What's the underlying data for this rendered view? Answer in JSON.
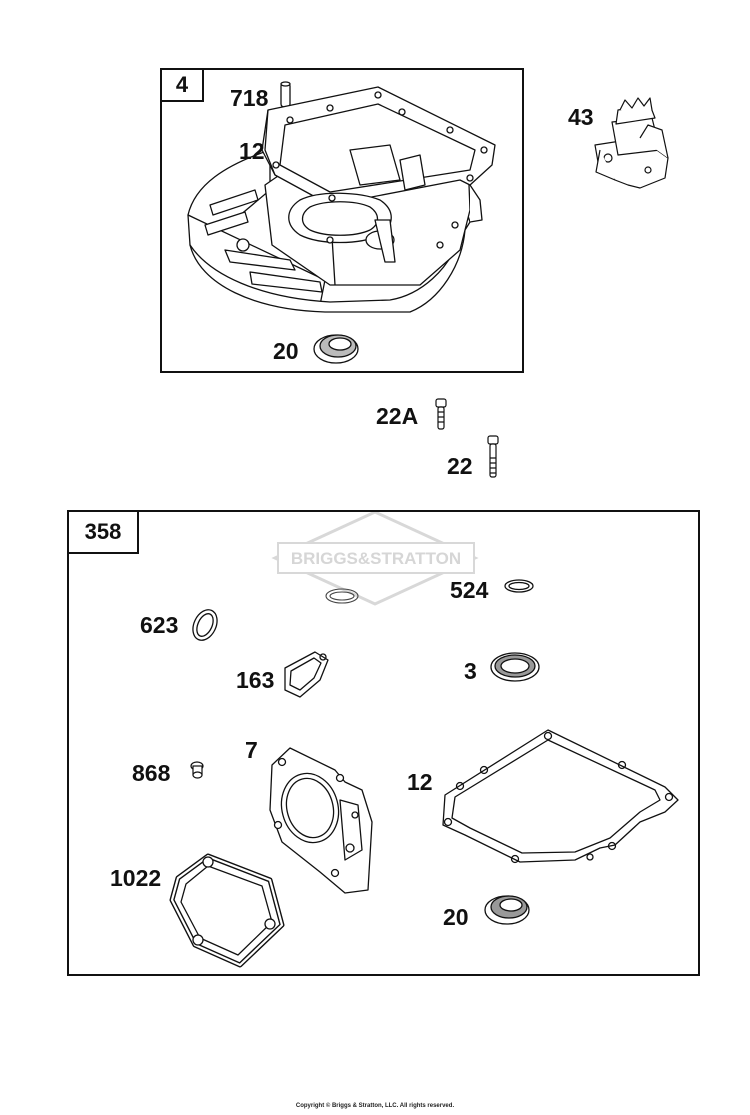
{
  "assemblies": [
    {
      "label": "4"
    },
    {
      "label": "358"
    }
  ],
  "callouts": {
    "p718": "718",
    "p12_top": "12",
    "p43": "43",
    "p20_top": "20",
    "p22A": "22A",
    "p22": "22",
    "p524": "524",
    "p623": "623",
    "p163": "163",
    "p3": "3",
    "p7": "7",
    "p868": "868",
    "p12_kit": "12",
    "p1022": "1022",
    "p20_kit": "20"
  },
  "watermark": {
    "text": "BRIGGS&STRATTON"
  },
  "copyright": "Copyright © Briggs & Stratton, LLC. All rights reserved."
}
